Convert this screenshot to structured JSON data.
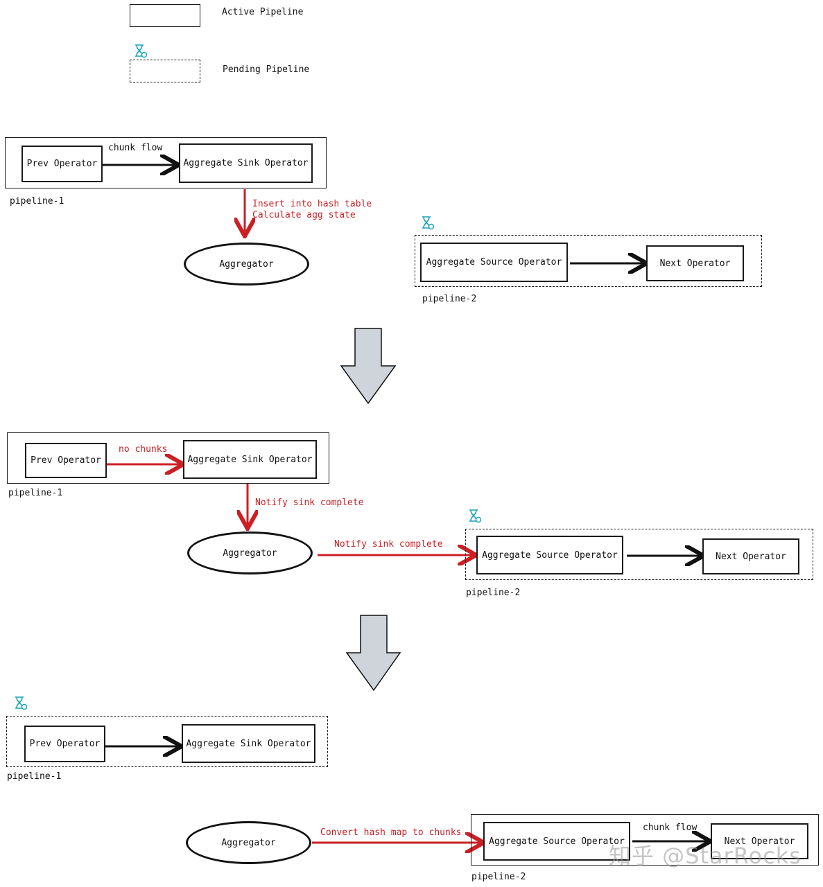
{
  "legend": {
    "active_label": "Active Pipeline",
    "pending_label": "Pending Pipeline"
  },
  "ops": {
    "prev": "Prev Operator",
    "agg_sink": "Aggregate Sink Operator",
    "agg_source": "Aggregate Source Operator",
    "next": "Next Operator",
    "aggregator": "Aggregator"
  },
  "pipelines": {
    "p1": "pipeline-1",
    "p2": "pipeline-2"
  },
  "stage1": {
    "flow_label": "chunk flow",
    "insert_line1": "Insert into hash table",
    "insert_line2": "Calculate agg state"
  },
  "stage2": {
    "no_chunks": "no chunks",
    "notify_down": "Notify sink complete",
    "notify_right": "Notify sink complete"
  },
  "stage3": {
    "convert": "Convert hash map to chunks",
    "flow_label": "chunk flow"
  },
  "watermark": "知乎 @StarRocks",
  "colors": {
    "red": "#cc1f24",
    "stroke": "#111111",
    "hourglass": "#17a2b8",
    "big_arrow": "#ced4da"
  },
  "icons": [
    "hourglass-icon",
    "big-down-arrow"
  ]
}
